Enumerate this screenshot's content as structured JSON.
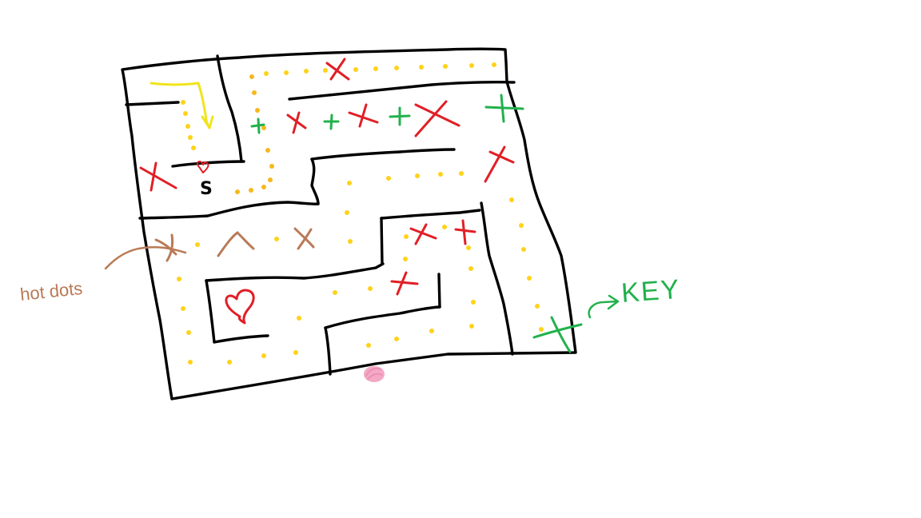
{
  "labels": {
    "start": "S",
    "key_label": "KEY",
    "hot_dots_label": "hot dots"
  },
  "colors": {
    "background": "#ffffff",
    "walls": "#000000",
    "path_dots": "#ffd21a",
    "enemy_x": "#e11f26",
    "bonus_plus": "#22b14c",
    "hot_dots": "#b97a56",
    "heart": "#e11f26",
    "exit_blob": "#f4a8c4",
    "entry_arrow": "#f0e41c"
  },
  "icons": {
    "start_marker": "heart-icon",
    "treasure": "heart-icon",
    "enemy": "red-x-icon",
    "bonus": "green-plus-icon",
    "hot_dot": "brown-caret-icon",
    "key": "green-plus-icon",
    "exit": "pink-blob-icon"
  }
}
